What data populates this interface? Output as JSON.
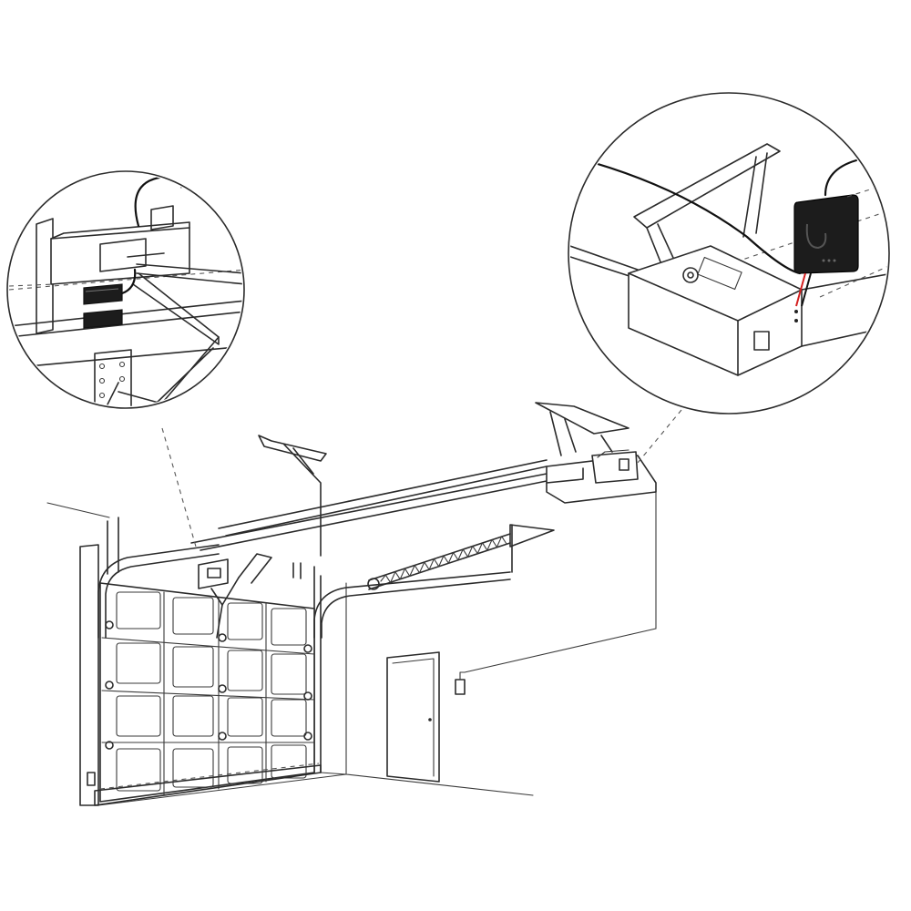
{
  "diagram": {
    "components": [
      "garage-door",
      "door-tracks",
      "opener-rail",
      "opener-motor-unit",
      "torsion-spring",
      "wall-control",
      "interior-door",
      "door-sensor-magnet",
      "smart-controller-module"
    ],
    "colors": {
      "line": "#2b2b2b",
      "wire": "#111111",
      "module": "#1c1c1c",
      "wire_red": "#d42020",
      "background": "#ffffff"
    }
  }
}
